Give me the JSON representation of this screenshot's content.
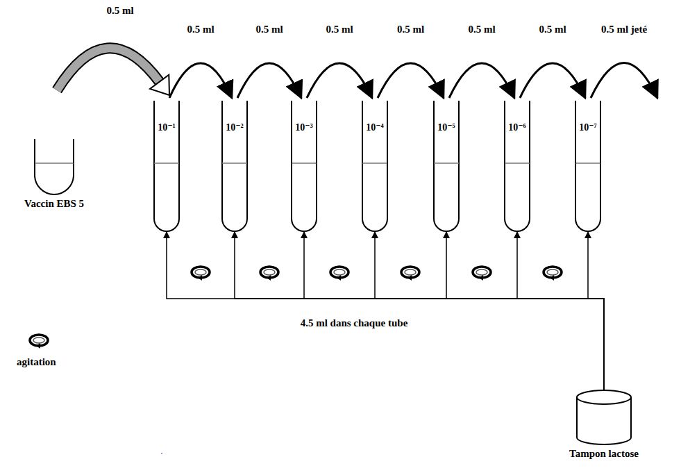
{
  "diagram": {
    "nodes": [
      {
        "text": [
          "Vaccin EBS 5"
        ]
      },
      {
        "text": [
          "10⁻¹"
        ]
      },
      {
        "text": [
          "10⁻²"
        ]
      },
      {
        "text": [
          "10⁻³"
        ]
      },
      {
        "text": [
          "10⁻⁴"
        ]
      },
      {
        "text": [
          "10⁻⁵"
        ]
      },
      {
        "text": [
          "10⁻⁶"
        ]
      },
      {
        "text": [
          "10⁻⁷"
        ]
      },
      {
        "text": [
          "Tampon lactose"
        ]
      }
    ],
    "edges": [
      {
        "from": 0,
        "to": 1,
        "label": "0.5 ml",
        "arrow": "to"
      },
      {
        "from": 1,
        "to": 2,
        "label": "0.5 ml",
        "arrow": "to"
      },
      {
        "from": 2,
        "to": 3,
        "label": "0.5 ml",
        "arrow": "to"
      },
      {
        "from": 3,
        "to": 4,
        "label": "0.5 ml",
        "arrow": "to"
      },
      {
        "from": 4,
        "to": 5,
        "label": "0.5 ml",
        "arrow": "to"
      },
      {
        "from": 5,
        "to": 6,
        "label": "0.5 ml",
        "arrow": "to"
      },
      {
        "from": 6,
        "to": 7,
        "label": "0.5 ml",
        "arrow": "to"
      },
      {
        "from": 8,
        "to": 1,
        "arrow": "to"
      },
      {
        "from": 8,
        "to": 2,
        "arrow": "to"
      },
      {
        "from": 8,
        "to": 3,
        "arrow": "to"
      },
      {
        "from": 8,
        "to": 4,
        "arrow": "to"
      },
      {
        "from": 8,
        "to": 5,
        "arrow": "to"
      },
      {
        "from": 8,
        "to": 6,
        "arrow": "to"
      },
      {
        "from": 8,
        "to": 7,
        "arrow": "to"
      }
    ],
    "labels": [
      "0.5 ml jeté",
      "4.5 ml dans chaque tube"
    ],
    "legend": [
      {
        "text": "agitation"
      }
    ]
  }
}
